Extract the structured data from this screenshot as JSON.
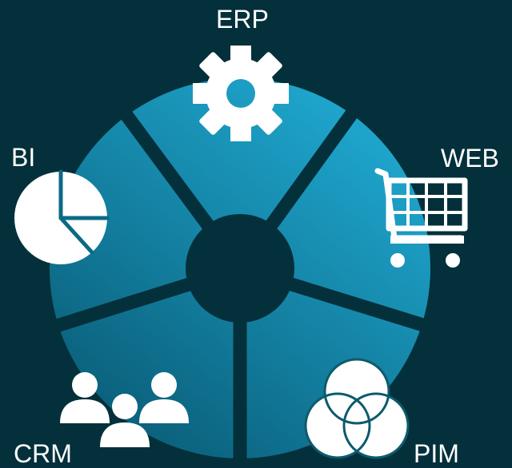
{
  "colors": {
    "background": "#04303b",
    "wheel_light": "#1fa7cf",
    "wheel_dark": "#0a5f7a",
    "hub": "#04303b",
    "icon": "#ffffff",
    "text": "#ffffff"
  },
  "segments": [
    {
      "label": "ERP",
      "icon": "gear-icon"
    },
    {
      "label": "WEB",
      "icon": "shopping-cart-icon"
    },
    {
      "label": "PIM",
      "icon": "venn-circles-icon"
    },
    {
      "label": "CRM",
      "icon": "people-group-icon"
    },
    {
      "label": "BI",
      "icon": "pie-chart-icon"
    }
  ]
}
